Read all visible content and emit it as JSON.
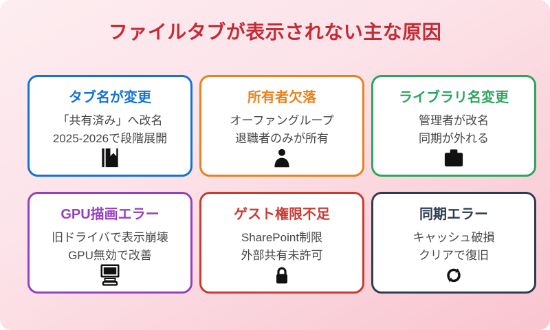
{
  "page": {
    "title": "ファイルタブが表示されない主な原因",
    "title_color": "#c42a35",
    "background_top_color": "#fdedf0",
    "background_bottom_color": "#f9c4cf",
    "card_background_color": "#ffffff",
    "body_text_color": "#474747",
    "icon_color": "#111111"
  },
  "cards": [
    {
      "title": "タブ名が変更",
      "color": "#1472d4",
      "lines": [
        "「共有済み」へ改名",
        "2025-2026で段階展開"
      ],
      "icon": "book-icon"
    },
    {
      "title": "所有者欠落",
      "color": "#e8821c",
      "lines": [
        "オーファングループ",
        "退職者のみが所有"
      ],
      "icon": "person-icon"
    },
    {
      "title": "ライブラリ名変更",
      "color": "#2aa65e",
      "lines": [
        "管理者が改名",
        "同期が外れる"
      ],
      "icon": "briefcase-icon"
    },
    {
      "title": "GPU描画エラー",
      "color": "#9640be",
      "lines": [
        "旧ドライバで表示崩壊",
        "GPU無効で改善"
      ],
      "icon": "computer-icon"
    },
    {
      "title": "ゲスト権限不足",
      "color": "#cb3a32",
      "lines": [
        "SharePoint制限",
        "外部共有未許可"
      ],
      "icon": "lock-icon"
    },
    {
      "title": "同期エラー",
      "color": "#2e3c52",
      "lines": [
        "キャッシュ破損",
        "クリアで復旧"
      ],
      "icon": "sync-icon"
    }
  ]
}
